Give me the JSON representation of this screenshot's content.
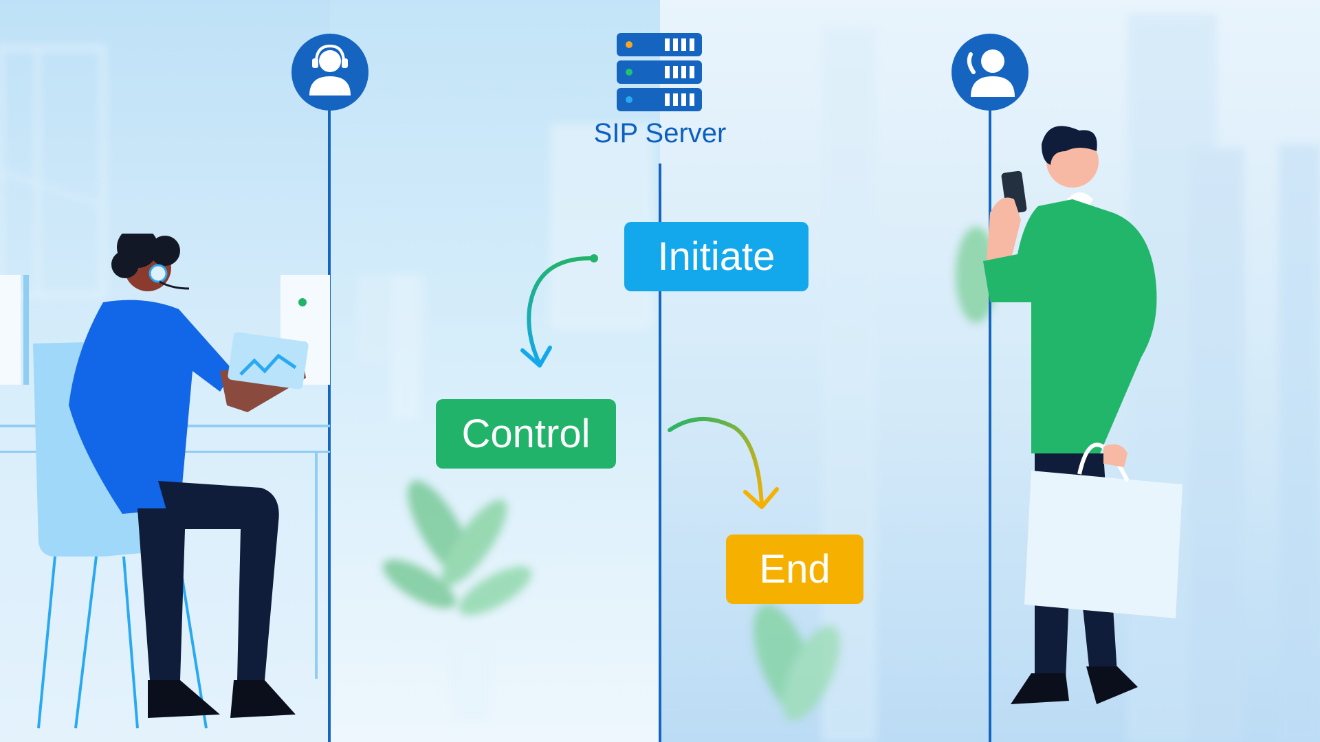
{
  "diagram": {
    "server_label": "SIP Server",
    "steps": [
      {
        "label": "Initiate",
        "color": "#13a7ec"
      },
      {
        "label": "Control",
        "color": "#22b36b"
      },
      {
        "label": "End",
        "color": "#f6b100"
      }
    ]
  },
  "participants": {
    "left": {
      "icon": "call-agent-headset-icon",
      "role": "agent seated at desk with headset"
    },
    "right": {
      "icon": "caller-phone-icon",
      "role": "customer standing holding phone"
    }
  },
  "colors": {
    "line": "#1565c0",
    "server": "#1565c0",
    "initiate": "#13a7ec",
    "control": "#22b36b",
    "end": "#f6b100"
  }
}
